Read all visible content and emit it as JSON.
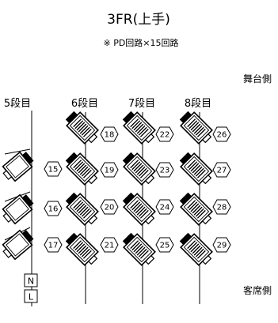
{
  "title": "3FR(上手)",
  "subtitle": "※ PD回路×15回路",
  "stage_side_label": "舞台側",
  "audience_side_label": "客席側",
  "battens": [
    {
      "label": "5段目",
      "circuits": [
        "15",
        "16",
        "17"
      ],
      "end_markers": [
        "N",
        "L"
      ]
    },
    {
      "label": "6段目",
      "circuits": [
        "18",
        "19",
        "20",
        "21"
      ]
    },
    {
      "label": "7段目",
      "circuits": [
        "22",
        "23",
        "24",
        "25"
      ]
    },
    {
      "label": "8段目",
      "circuits": [
        "26",
        "27",
        "28",
        "29"
      ]
    }
  ],
  "colors": {
    "line": "#000000",
    "fixture_fill": "#ffffff"
  },
  "icons": {
    "fixture": "spotlight-fixture-icon",
    "circuit": "hexagon-number-badge"
  }
}
